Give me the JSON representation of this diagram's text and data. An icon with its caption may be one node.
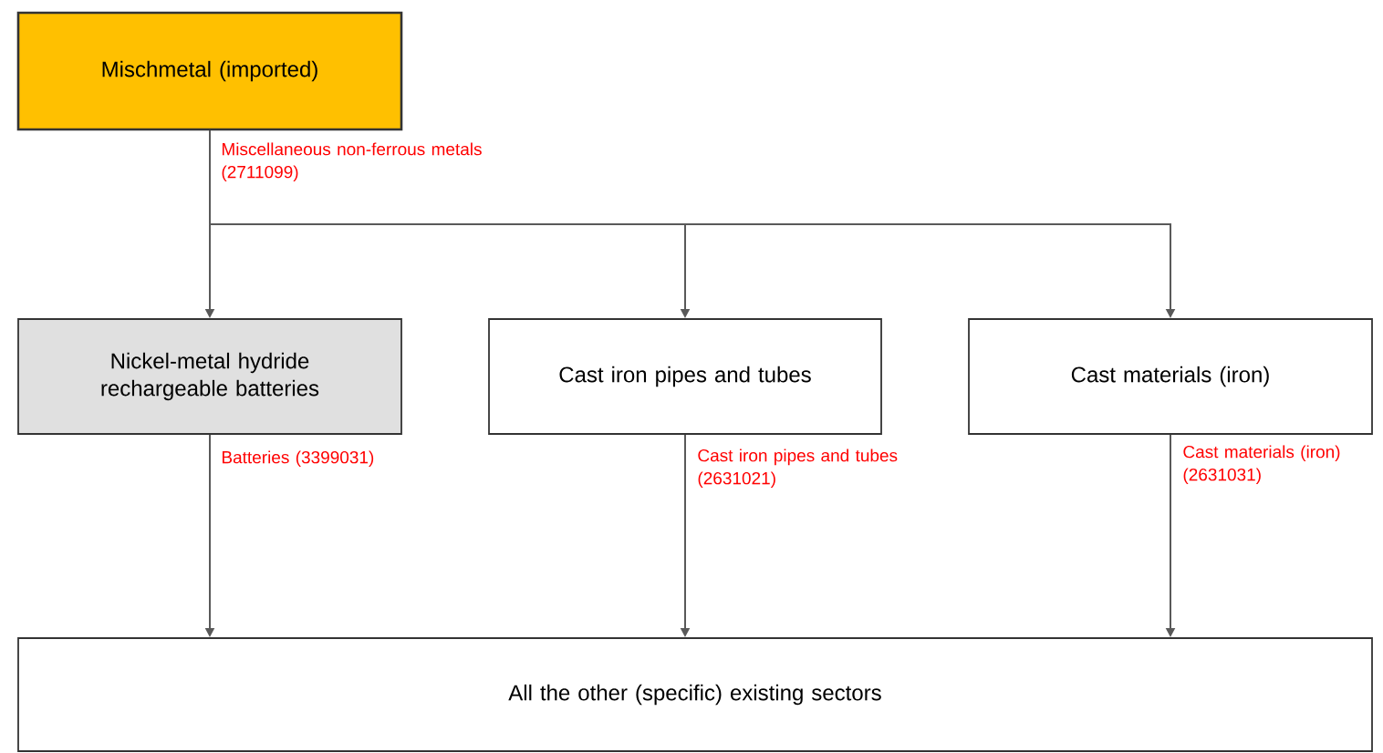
{
  "diagram": {
    "nodes": [
      {
        "text": [
          "Mischmetal (imported)"
        ]
      },
      {
        "text": [
          "Nickel-metal hydride rechargeable batteries"
        ]
      },
      {
        "text": [
          "Cast iron pipes and tubes"
        ]
      },
      {
        "text": [
          "Cast materials (iron)"
        ]
      },
      {
        "text": [
          "All the other (specific) existing sectors"
        ]
      }
    ],
    "edges": [
      {
        "from": 0,
        "to": 1,
        "arrow": "to",
        "label": "Miscellaneous non-ferrous metals (2711099)"
      },
      {
        "from": 0,
        "to": 2,
        "arrow": "to"
      },
      {
        "from": 0,
        "to": 3,
        "arrow": "to"
      },
      {
        "from": 1,
        "to": 4,
        "arrow": "to",
        "label": "Batteries (3399031)"
      },
      {
        "from": 2,
        "to": 4,
        "arrow": "to",
        "label": "Cast iron pipes and tubes (2631021)"
      },
      {
        "from": 3,
        "to": 4,
        "arrow": "to",
        "label": "Cast materials (iron) (2631031)"
      }
    ]
  }
}
